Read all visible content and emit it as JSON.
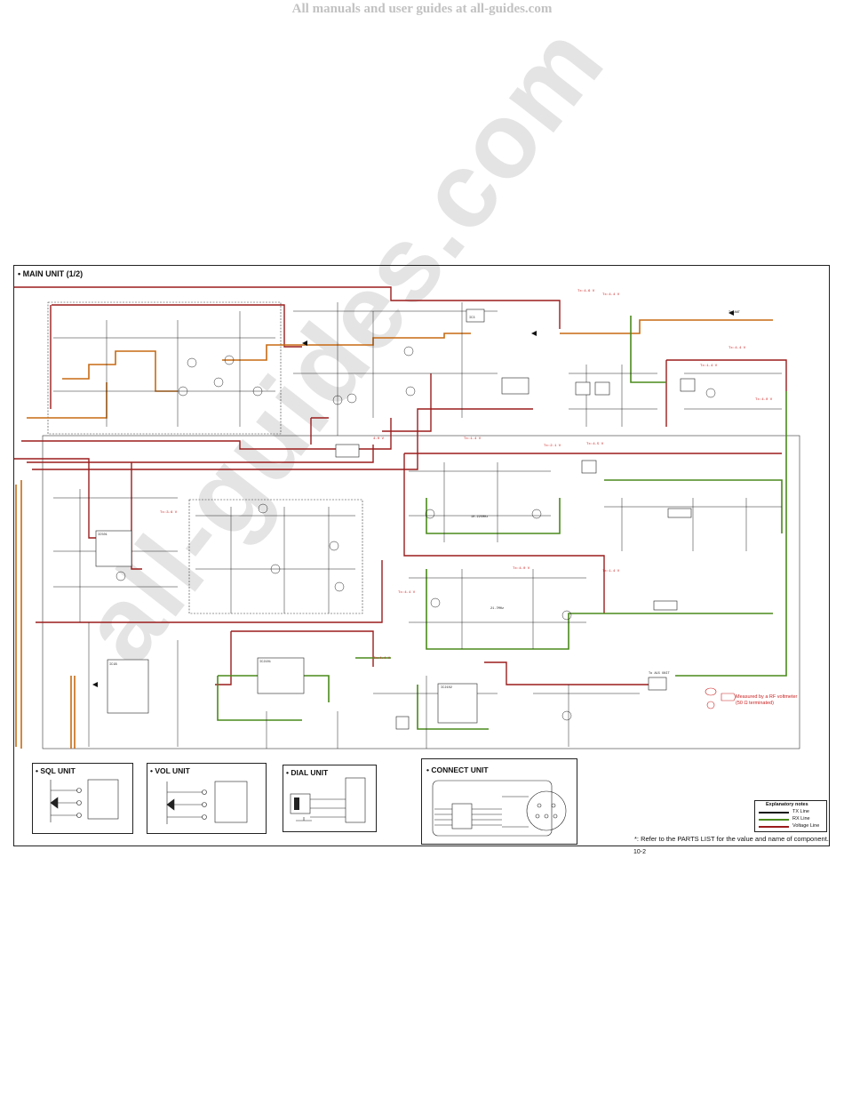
{
  "header": "All manuals and user guides at all-guides.com",
  "main_unit_title": "• MAIN UNIT (1/2)",
  "sub_units": {
    "sql": "• SQL UNIT",
    "vol": "• VOL UNIT",
    "dial": "• DIAL UNIT",
    "connect": "• CONNECT UNIT"
  },
  "legend": {
    "title": "Explanatory notes",
    "tx": "TX Line",
    "rx": "RX Line",
    "voltage": "Voltage Line",
    "colors": {
      "tx": "#111111",
      "rx": "#4a8a1c",
      "voltage": "#9b1c1c",
      "tx_alt": "#c76a12"
    }
  },
  "rf_note": "Measured by a RF voltmeter (50 Ω terminated)",
  "footnote": "*: Refer to the PARTS LIST for the value and name of component.",
  "page_number": "10-2",
  "watermark": "all-guides.com"
}
